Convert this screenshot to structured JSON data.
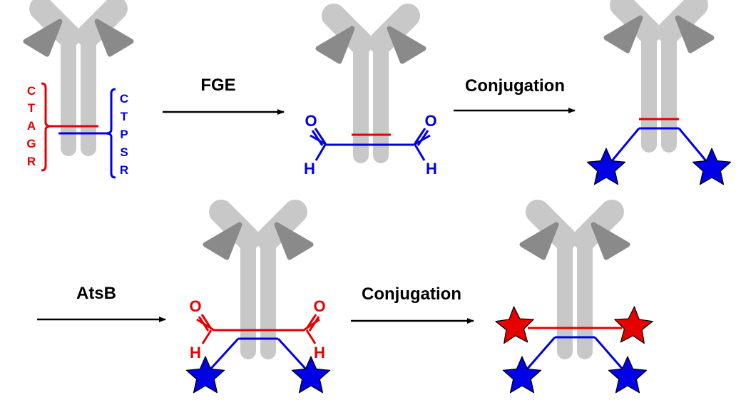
{
  "colors": {
    "antibody_light": "#c8c8c8",
    "antibody_dark": "#8a8a8a",
    "red": "#e60000",
    "blue": "#0000e6",
    "black": "#000000"
  },
  "arrows": {
    "fge": "FGE",
    "conjugation_1": "Conjugation",
    "atsb": "AtsB",
    "conjugation_2": "Conjugation"
  },
  "sequences": {
    "red": [
      "C",
      "T",
      "A",
      "G",
      "R"
    ],
    "blue": [
      "C",
      "T",
      "P",
      "S",
      "R"
    ]
  },
  "atoms": {
    "oxygen": "O",
    "hydrogen": "H"
  }
}
